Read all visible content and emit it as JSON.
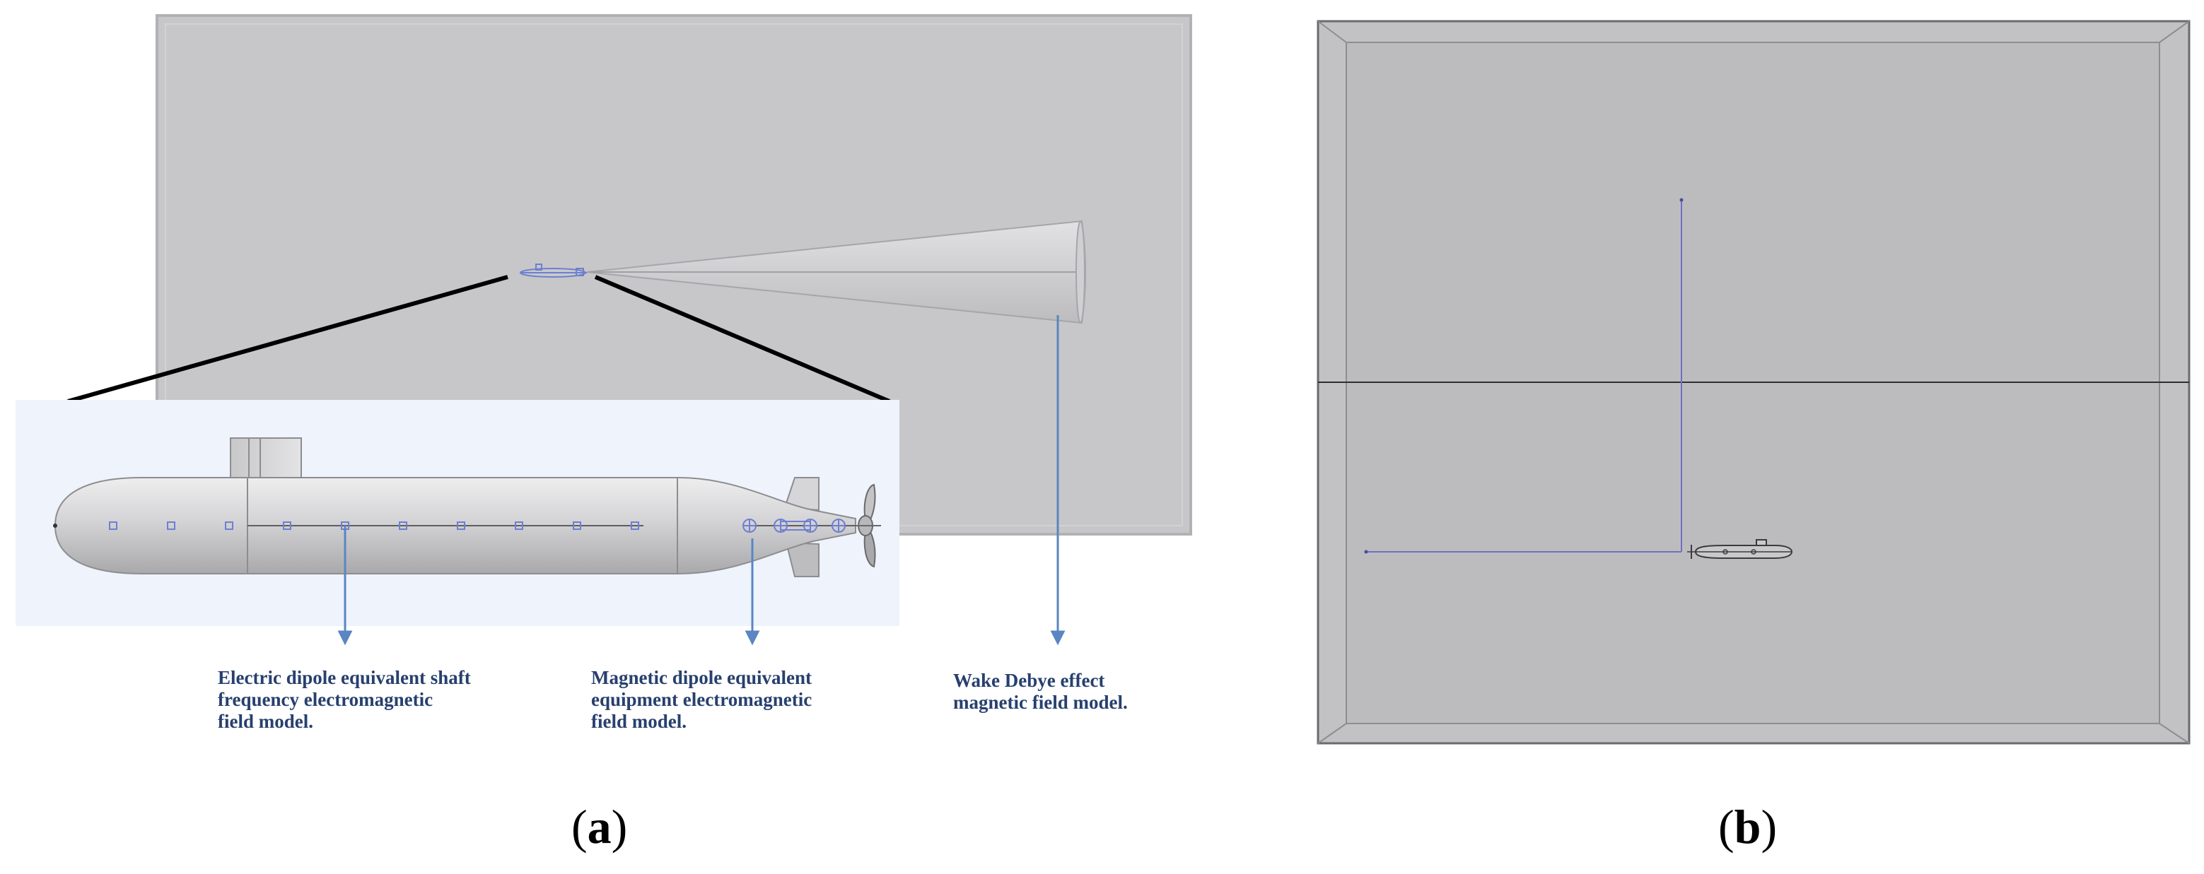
{
  "panel_a": {
    "caption_letter": "a",
    "labels": {
      "shaft": [
        "Electric dipole equivalent shaft",
        "frequency electromagnetic",
        "field model."
      ],
      "equipment": [
        "Magnetic dipole equivalent",
        "equipment electromagnetic",
        "field model."
      ],
      "wake": [
        "Wake Debye effect",
        "magnetic field model."
      ]
    }
  },
  "panel_b": {
    "caption_letter": "b"
  },
  "colors": {
    "domain_gray": "#c7c7c9",
    "domain_border": "#a9a9ad",
    "inset_bg": "#eef3fc",
    "hull": "#d2d2d4",
    "hull_edge": "#8d8d90",
    "dipole_blue": "#6f7fd0",
    "arrow_blue": "#5a86c2",
    "label_navy": "#27406e",
    "box_fill": "#bdbdbd",
    "box_edge": "#7b7b7b"
  }
}
